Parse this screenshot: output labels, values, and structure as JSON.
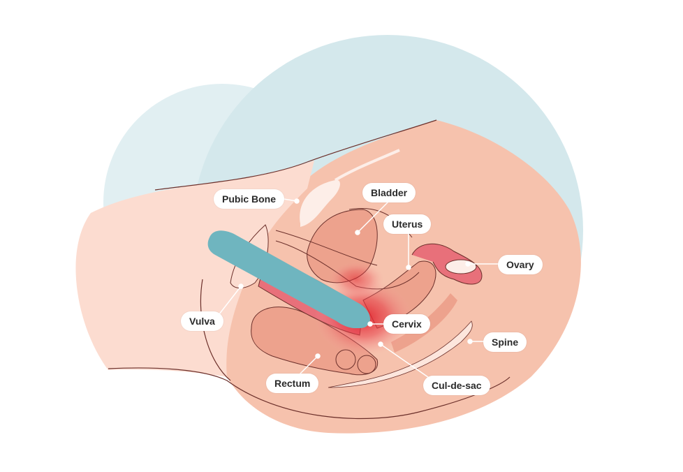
{
  "diagram": {
    "labels": {
      "pubic_bone": "Pubic Bone",
      "bladder": "Bladder",
      "uterus": "Uterus",
      "ovary": "Ovary",
      "vulva": "Vulva",
      "cervix": "Cervix",
      "spine": "Spine",
      "rectum": "Rectum",
      "cul_de_sac": "Cul-de-sac"
    },
    "colors": {
      "background_circle_light": "#e1eff2",
      "background_circle": "#d4e8ec",
      "body": "#f6c2ad",
      "thigh": "#fcdcd0",
      "organ": "#eda28d",
      "device": "#6fb5bf",
      "highlight": "#e0202a",
      "outline": "#6b2f2a"
    }
  }
}
